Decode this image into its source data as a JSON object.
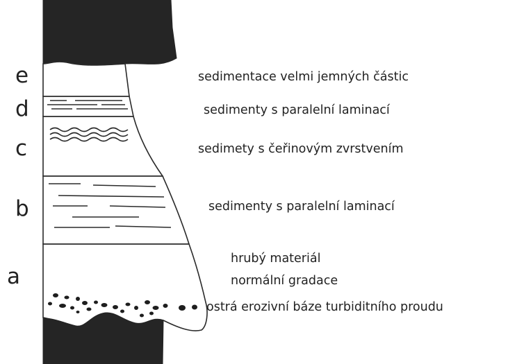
{
  "colors": {
    "rock": "#252525",
    "sediment_fill": "#efefef",
    "line": "#2a2a2a",
    "text": "#222222"
  },
  "units": [
    {
      "letter": "e",
      "description": "sedimentace velmi jemných částic"
    },
    {
      "letter": "d",
      "description": "sedimenty s paralelní laminací"
    },
    {
      "letter": "c",
      "description": "sedimety s čeřinovým zvrstvením"
    },
    {
      "letter": "b",
      "description": "sedimenty s paralelní laminací"
    },
    {
      "letter": "a",
      "description_lines": [
        "hrubý materiál",
        "normální gradace"
      ]
    }
  ],
  "base_label": "ostrá erozivní báze turbiditního proudu"
}
